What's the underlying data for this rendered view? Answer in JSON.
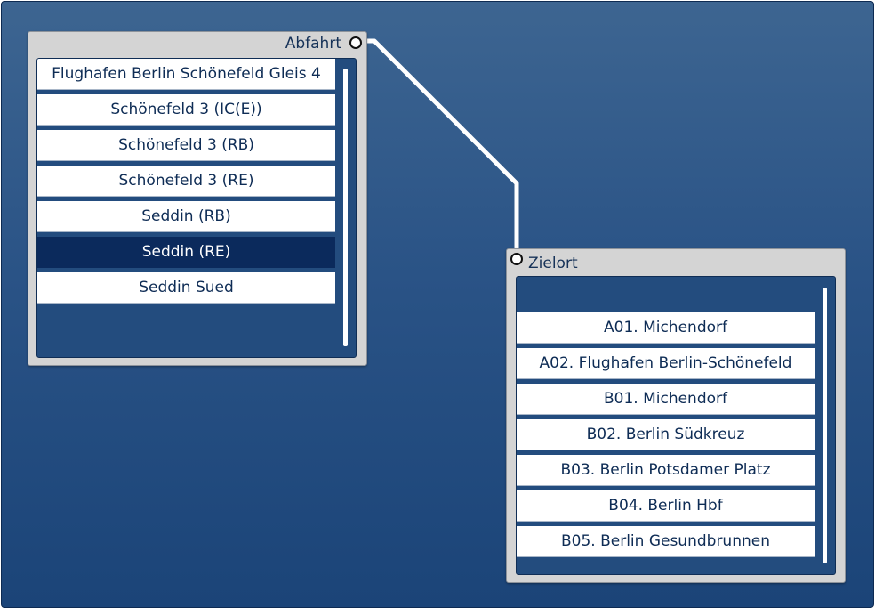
{
  "departure": {
    "title": "Abfahrt",
    "items": [
      {
        "label": "Flughafen Berlin Schönefeld Gleis 4",
        "selected": false
      },
      {
        "label": "Schönefeld 3 (IC(E))",
        "selected": false
      },
      {
        "label": "Schönefeld 3 (RB)",
        "selected": false
      },
      {
        "label": "Schönefeld 3 (RE)",
        "selected": false
      },
      {
        "label": "Seddin (RB)",
        "selected": false
      },
      {
        "label": "Seddin (RE)",
        "selected": true
      },
      {
        "label": "Seddin Sued",
        "selected": false
      }
    ]
  },
  "destination": {
    "title": "Zielort",
    "items": [
      {
        "label": "A01. Michendorf",
        "selected": false
      },
      {
        "label": "A02. Flughafen Berlin-Schönefeld",
        "selected": false
      },
      {
        "label": "B01. Michendorf",
        "selected": false
      },
      {
        "label": "B02. Berlin Südkreuz",
        "selected": false
      },
      {
        "label": "B03. Berlin Potsdamer Platz",
        "selected": false
      },
      {
        "label": "B04. Berlin Hbf",
        "selected": false
      },
      {
        "label": "B05. Berlin Gesundbrunnen",
        "selected": false
      }
    ]
  },
  "colors": {
    "background": "#2a5386",
    "selected_item": "#0b2a5c",
    "connector_line": "#ffffff"
  }
}
